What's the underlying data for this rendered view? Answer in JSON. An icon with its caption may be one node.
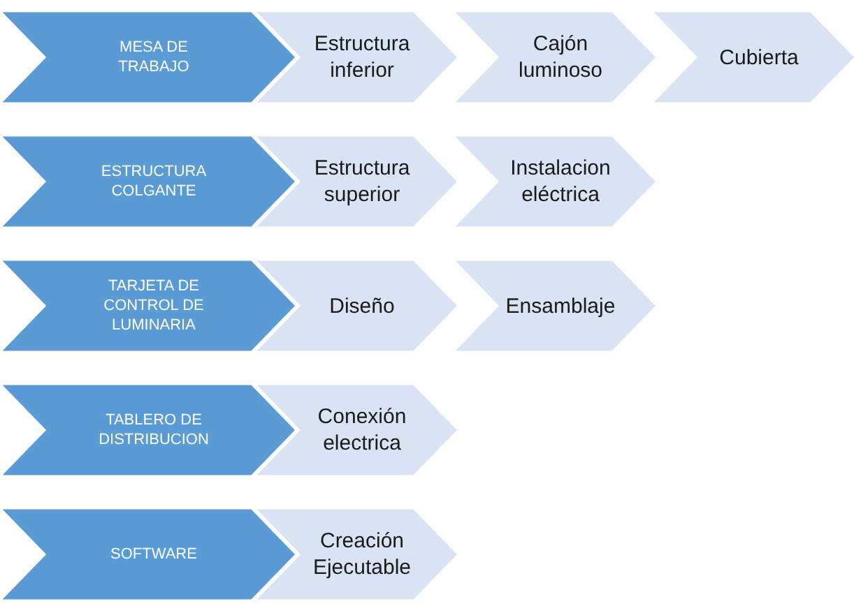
{
  "diagram": {
    "nodes": [
      {
        "text": [
          "MESA DE TRABAJO"
        ]
      },
      {
        "text": [
          "Estructura inferior"
        ]
      },
      {
        "text": [
          "Cajón luminoso"
        ]
      },
      {
        "text": [
          "Cubierta"
        ]
      },
      {
        "text": [
          "ESTRUCTURA COLGANTE"
        ]
      },
      {
        "text": [
          "Estructura superior"
        ]
      },
      {
        "text": [
          "Instalacion eléctrica"
        ]
      },
      {
        "text": [
          "TARJETA DE CONTROL DE LUMINARIA"
        ]
      },
      {
        "text": [
          "Diseño"
        ]
      },
      {
        "text": [
          "Ensamblaje"
        ]
      },
      {
        "text": [
          "TABLERO DE DISTRIBUCION"
        ]
      },
      {
        "text": [
          "Conexión electrica"
        ]
      },
      {
        "text": [
          "SOFTWARE"
        ]
      },
      {
        "text": [
          "Creación Ejecutable"
        ]
      }
    ]
  }
}
